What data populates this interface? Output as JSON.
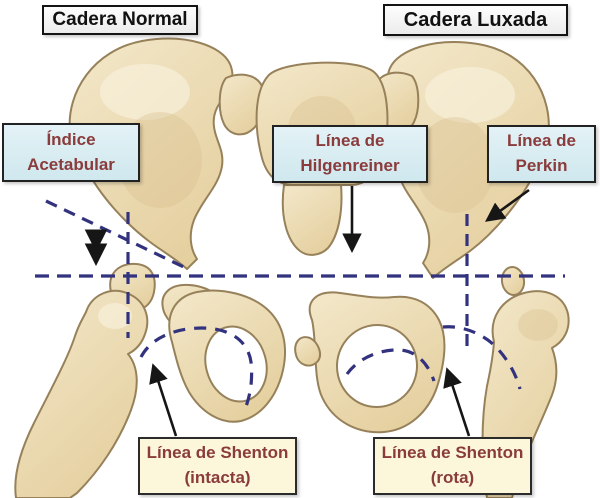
{
  "diagram": {
    "title_left": "Cadera Normal",
    "title_right": "Cadera Luxada",
    "label_indice_l1": "Índice",
    "label_indice_l2": "Acetabular",
    "label_hilgenreiner_l1": "Línea de",
    "label_hilgenreiner_l2": "Hilgenreiner",
    "label_perkin_l1": "Línea de",
    "label_perkin_l2": "Perkin",
    "label_shenton_intacta_l1": "Línea de Shenton",
    "label_shenton_intacta_l2": "(intacta)",
    "label_shenton_rota_l1": "Línea de Shenton",
    "label_shenton_rota_l2": "(rota)"
  },
  "colors": {
    "dashed_line": "#32327e",
    "bone_fill_light": "#f3e8ca",
    "bone_fill_dark": "#e5d0a0",
    "bone_outline": "#97815a",
    "label_blue_bg": "#cfe8ee",
    "label_cream_bg": "#fcf7da",
    "label_text_maroon": "#8a3b3b",
    "title_bg": "#ececec",
    "title_text": "#111111",
    "arrow_black": "#161616",
    "background": "#ffffff"
  }
}
